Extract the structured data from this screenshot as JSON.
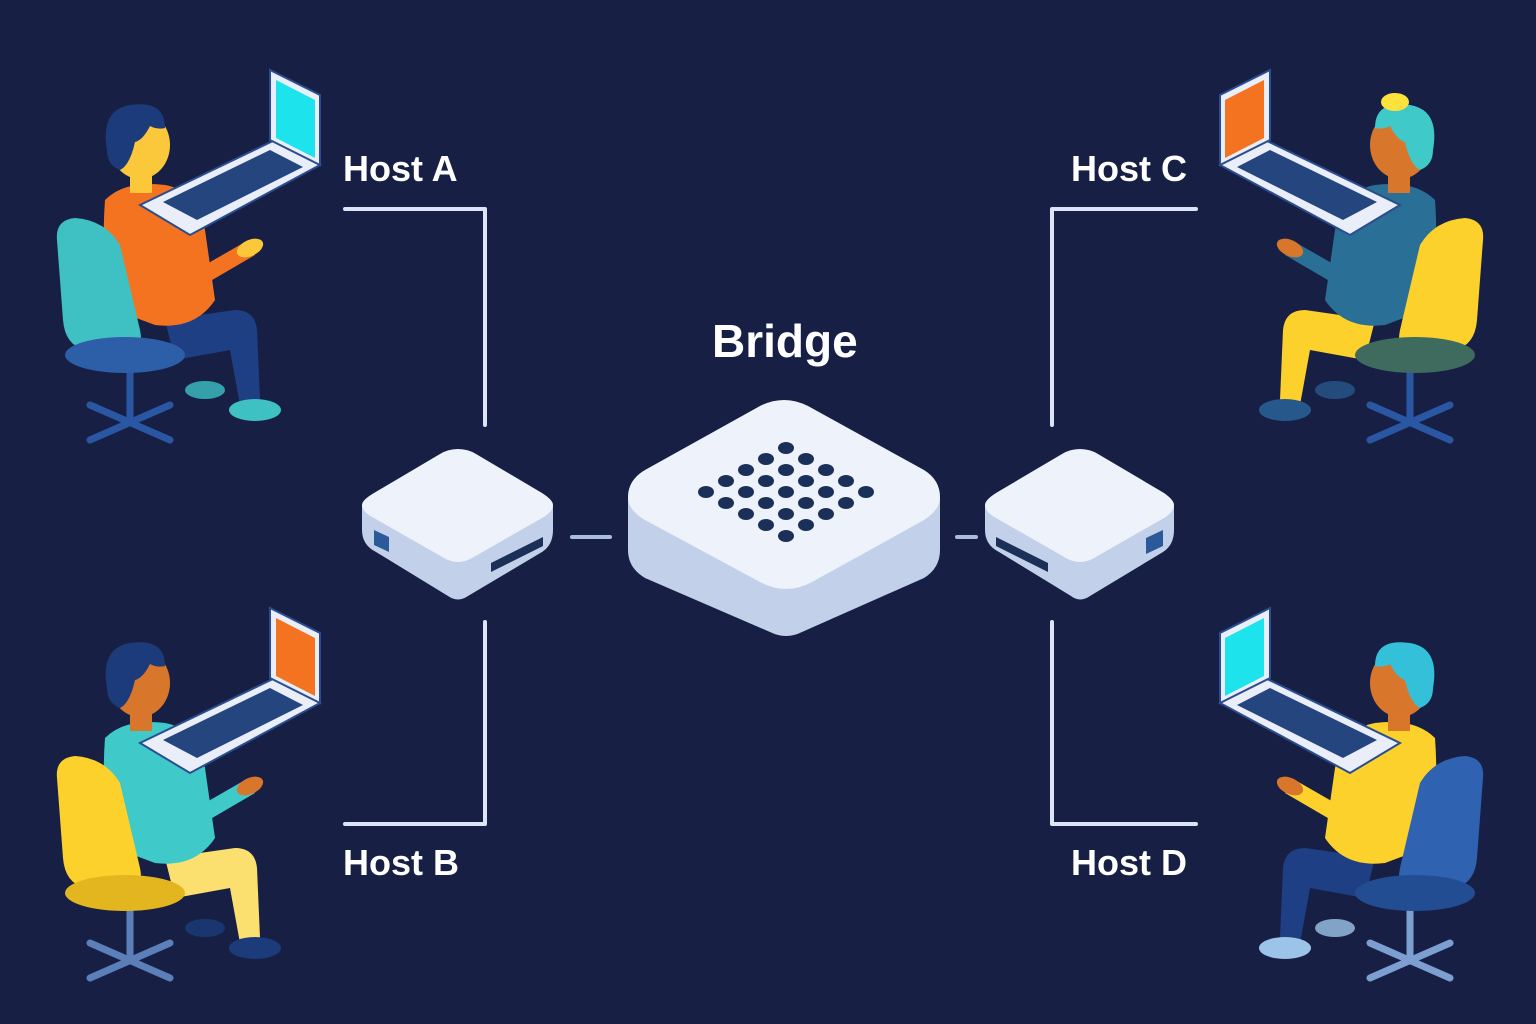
{
  "diagram": {
    "type": "network-topology",
    "title": "Bridge",
    "colors": {
      "background": "#172044",
      "device_top": "#eef2fb",
      "device_side": "#c3d0ea",
      "port": "#1a3058",
      "wire": "#dce4f5",
      "text": "#ffffff"
    },
    "nodes": [
      {
        "id": "bridge",
        "label": "Bridge",
        "kind": "bridge-icon"
      },
      {
        "id": "left-switch",
        "label": "",
        "kind": "switch-icon"
      },
      {
        "id": "right-switch",
        "label": "",
        "kind": "switch-icon"
      },
      {
        "id": "host-a",
        "label": "Host A",
        "kind": "user-at-laptop-icon",
        "screen_color": "#1de3ec",
        "shirt_color": "#f47320",
        "chair_color": "#3fc1c4"
      },
      {
        "id": "host-b",
        "label": "Host B",
        "kind": "user-at-laptop-icon",
        "screen_color": "#f47320",
        "shirt_color": "#3fc9c9",
        "chair_color": "#fdd12b"
      },
      {
        "id": "host-c",
        "label": "Host C",
        "kind": "user-at-laptop-icon",
        "screen_color": "#f47320",
        "shirt_color": "#2a6f95",
        "chair_color": "#fdd12b"
      },
      {
        "id": "host-d",
        "label": "Host D",
        "kind": "user-at-laptop-icon",
        "screen_color": "#1de3ec",
        "shirt_color": "#fdd12b",
        "chair_color": "#2f62b0"
      }
    ],
    "edges": [
      {
        "from": "host-a",
        "to": "left-switch"
      },
      {
        "from": "host-b",
        "to": "left-switch"
      },
      {
        "from": "left-switch",
        "to": "bridge"
      },
      {
        "from": "bridge",
        "to": "right-switch"
      },
      {
        "from": "right-switch",
        "to": "host-c"
      },
      {
        "from": "right-switch",
        "to": "host-d"
      }
    ]
  },
  "labels": {
    "bridge": "Bridge",
    "host_a": "Host A",
    "host_b": "Host B",
    "host_c": "Host C",
    "host_d": "Host D"
  }
}
